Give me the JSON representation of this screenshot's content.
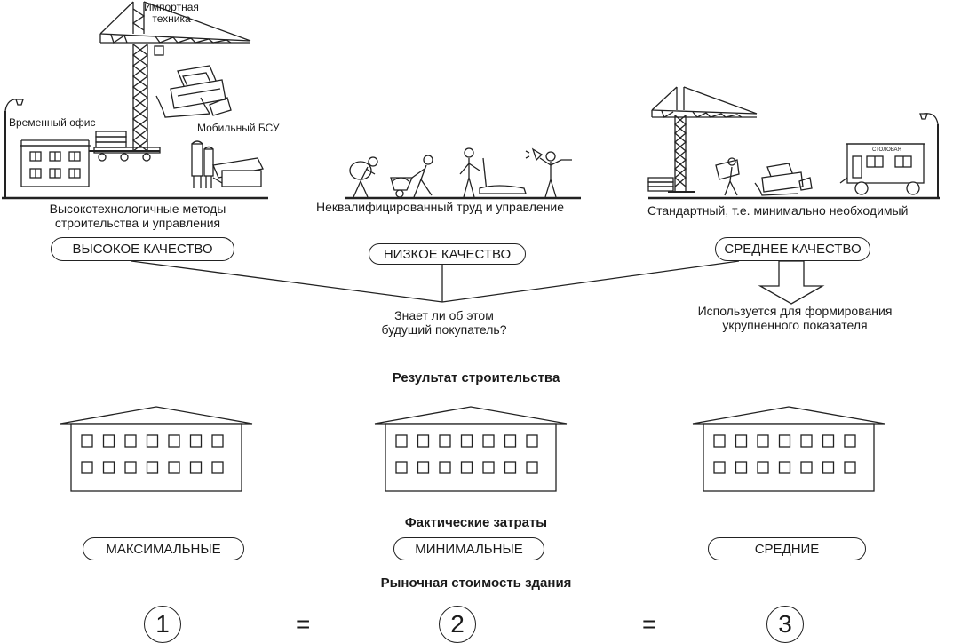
{
  "top": {
    "left_labels": {
      "equipment": "Импортная\nтехника",
      "office": "Временный офис",
      "concrete_plant": "Мобильный БСУ",
      "methods": "Высокотехнологичные методы\nстроительства и управления"
    },
    "middle_label": "Неквалифицированный труд и управление",
    "right_label": "Стандартный, т.е. минимально необходимый",
    "canteen_sign": "СТОЛОВАЯ"
  },
  "quality": {
    "high": "ВЫСОКОЕ КАЧЕСТВО",
    "low": "НИЗКОЕ КАЧЕСТВО",
    "medium": "СРЕДНЕЕ КАЧЕСТВО"
  },
  "question": "Знает ли об этом\nбудущий покупатель?",
  "usage_note": "Используется для формирования\nукрупненного показателя",
  "result_heading": "Результат строительства",
  "costs_heading": "Фактические затраты",
  "costs": {
    "max": "МАКСИМАЛЬНЫЕ",
    "min": "МИНИМАЛЬНЫЕ",
    "avg": "СРЕДНИЕ"
  },
  "market_heading": "Рыночная стоимость здания",
  "equation": {
    "n1": "1",
    "n2": "2",
    "n3": "3",
    "eq1": "=",
    "eq2": "="
  }
}
